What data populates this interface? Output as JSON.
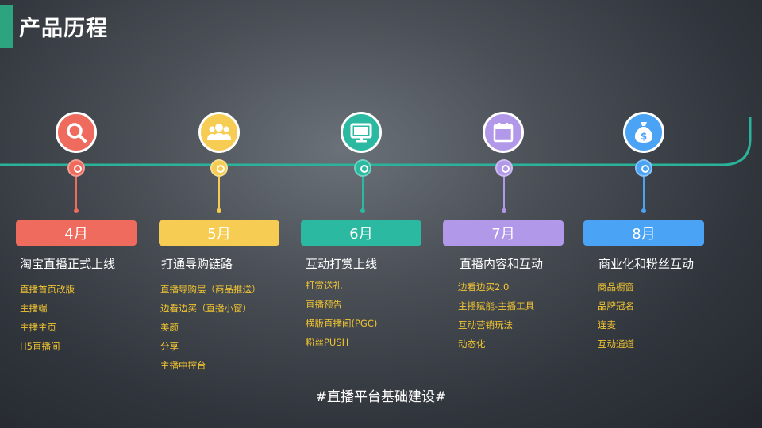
{
  "slide": {
    "title": "产品历程",
    "footer": "#直播平台基础建设#"
  },
  "colors": {
    "accent": "#2ea37f",
    "timeline_line": "#2ab39a",
    "items_text": "#f2c531",
    "stage_colors": [
      "#ee6b5e",
      "#f6cc53",
      "#2cb9a1",
      "#b298e9",
      "#4aa3f4"
    ]
  },
  "stages": [
    {
      "icon": "search-icon",
      "month": "4月",
      "heading": "淘宝直播正式上线",
      "items": [
        "直播首页改版",
        "主播端",
        "主播主页",
        "H5直播间"
      ]
    },
    {
      "icon": "users-icon",
      "month": "5月",
      "heading": "打通导购链路",
      "items": [
        "直播导购层（商品推送）",
        "边看边买（直播小窗）",
        "美颜",
        "分享",
        "主播中控台"
      ]
    },
    {
      "icon": "monitor-icon",
      "month": "6月",
      "heading": "互动打赏上线",
      "items": [
        "打赏送礼",
        "直播预告",
        "横版直播间(PGC)",
        "粉丝PUSH"
      ]
    },
    {
      "icon": "calendar-icon",
      "month": "7月",
      "heading": "直播内容和互动",
      "items": [
        "边看边买2.0",
        "主播赋能-主播工具",
        "互动营销玩法",
        "动态化"
      ]
    },
    {
      "icon": "money-bag-icon",
      "month": "8月",
      "heading": "商业化和粉丝互动",
      "items": [
        "商品橱窗",
        "品牌冠名",
        "连麦",
        "互动通道"
      ]
    }
  ]
}
